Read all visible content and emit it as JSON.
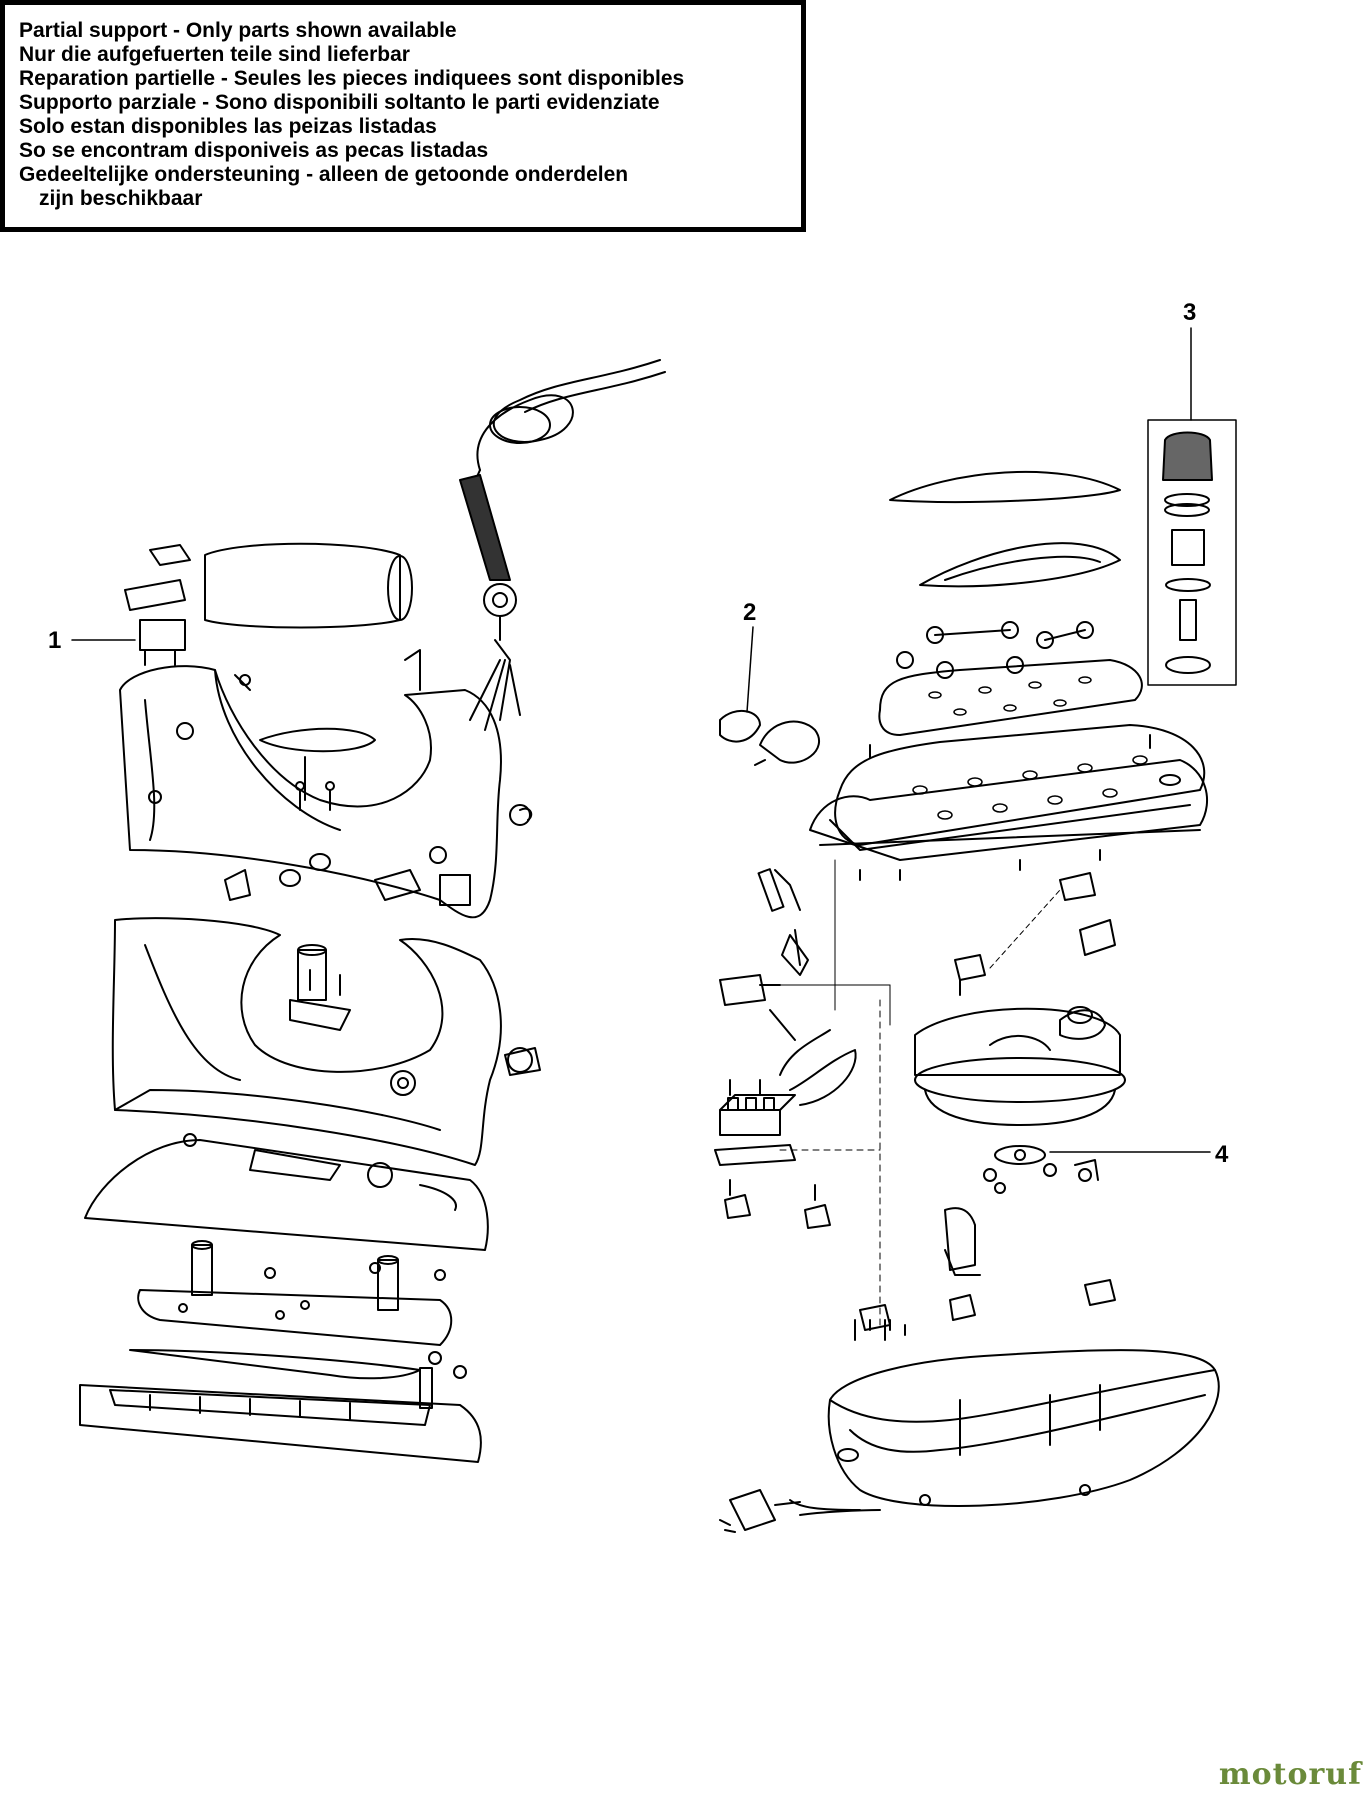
{
  "notice": {
    "lines": [
      "Partial support - Only parts shown available",
      "Nur die aufgefuerten teile sind lieferbar",
      "Reparation partielle - Seules les pieces indiquees sont disponibles",
      "Supporto parziale - Sono disponibili soltanto le parti evidenziate",
      "Solo estan disponibles las peizas listadas",
      "So se encontram disponiveis as pecas listadas",
      "Gedeeltelijke ondersteuning - alleen de getoonde onderdelen",
      "zijn beschikbaar"
    ]
  },
  "callouts": {
    "c1": "1",
    "c2": "2",
    "c3": "3",
    "c4": "4"
  },
  "watermark": {
    "text": "motoruf",
    "color": "#6a8a3a"
  }
}
